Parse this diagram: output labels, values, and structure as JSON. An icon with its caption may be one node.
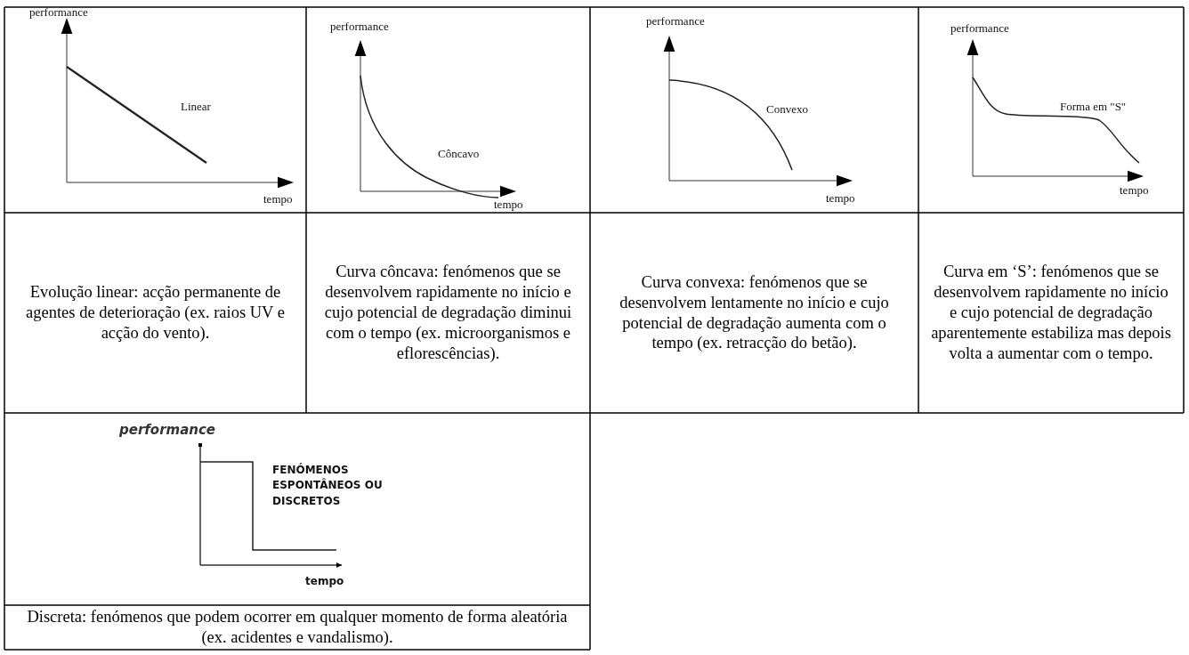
{
  "diagram": {
    "labels": [
      "performance",
      "Linear",
      "tempo",
      "performance",
      "Côncavo",
      "tempo",
      "performance",
      "Convexo",
      "tempo",
      "performance",
      "Forma em \"S\"",
      "tempo",
      "Evolução linear: acção permanente de agentes de deterioração (ex. raios UV e acção do vento).",
      "Curva côncava: fenómenos que se desenvolvem rapidamente no início e cujo potencial de degradação diminui com o tempo (ex. microorganismos e eflorescências).",
      "Curva convexa: fenómenos que se desenvolvem lentamente no início e cujo potencial de degradação aumenta com o tempo (ex. retracção do betão).",
      "Curva em ‘S’: fenómenos que se desenvolvem rapidamente no início e cujo potencial de degradação aparentemente estabiliza mas depois volta a aumentar com o tempo.",
      "performance",
      "FENÓMENOS ESPONTÂNEOS OU DISCRETOS",
      "tempo",
      "Discreta: fenómenos que podem ocorrer em qualquer momento de forma aleatória (ex. acidentes e vandalismo)."
    ]
  }
}
